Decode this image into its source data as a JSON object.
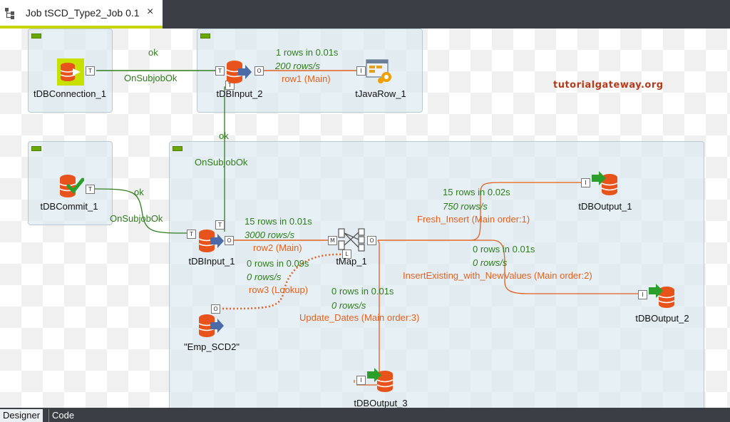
{
  "tab": {
    "title": "Job tSCD_Type2_Job 0.1",
    "close": "×"
  },
  "watermark": "tutorialgateway.org",
  "components": {
    "tDBConnection_1": "tDBConnection_1",
    "tDBInput_2": "tDBInput_2",
    "tJavaRow_1": "tJavaRow_1",
    "tDBCommit_1": "tDBCommit_1",
    "tDBInput_1": "tDBInput_1",
    "tMap_1": "tMap_1",
    "Emp_SCD2": "\"Emp_SCD2\"",
    "tDBOutput_1": "tDBOutput_1",
    "tDBOutput_2": "tDBOutput_2",
    "tDBOutput_3": "tDBOutput_3"
  },
  "connections": {
    "ok_top": "ok",
    "onsubjobok_top": "OnSubjobOk",
    "row1_stats1": "1 rows in 0.01s",
    "row1_stats2": "200 rows/s",
    "row1_label": "row1 (Main)",
    "ok_mid": "ok",
    "onsubjobok_mid": "OnSubjobOk",
    "ok_commit": "ok",
    "onsubjobok_commit": "OnSubjobOk",
    "row2_stats1": "15 rows in 0.01s",
    "row2_stats2": "3000 rows/s",
    "row2_label": "row2 (Main)",
    "row3_stats1": "0 rows in 0.09s",
    "row3_stats2": "0 rows/s",
    "row3_label": "row3 (Lookup)",
    "fresh_stats1": "15 rows in 0.02s",
    "fresh_stats2": "750 rows/s",
    "fresh_label": "Fresh_Insert (Main order:1)",
    "insex_stats1": "0 rows in 0.01s",
    "insex_stats2": "0 rows/s",
    "insex_label": "InsertExisting_with_NewValues (Main order:2)",
    "upd_stats1": "0 rows in 0.01s",
    "upd_stats2": "0 rows/s",
    "upd_label": "Update_Dates (Main order:3)"
  },
  "ports": {
    "T": "T",
    "O": "O",
    "I": "I",
    "M": "M",
    "L": "L"
  },
  "bottom_tabs": {
    "designer": "Designer",
    "code": "Code"
  },
  "colors": {
    "accent": "#c7d400",
    "trigger": "#2f7d1c",
    "row": "#e2611f"
  }
}
